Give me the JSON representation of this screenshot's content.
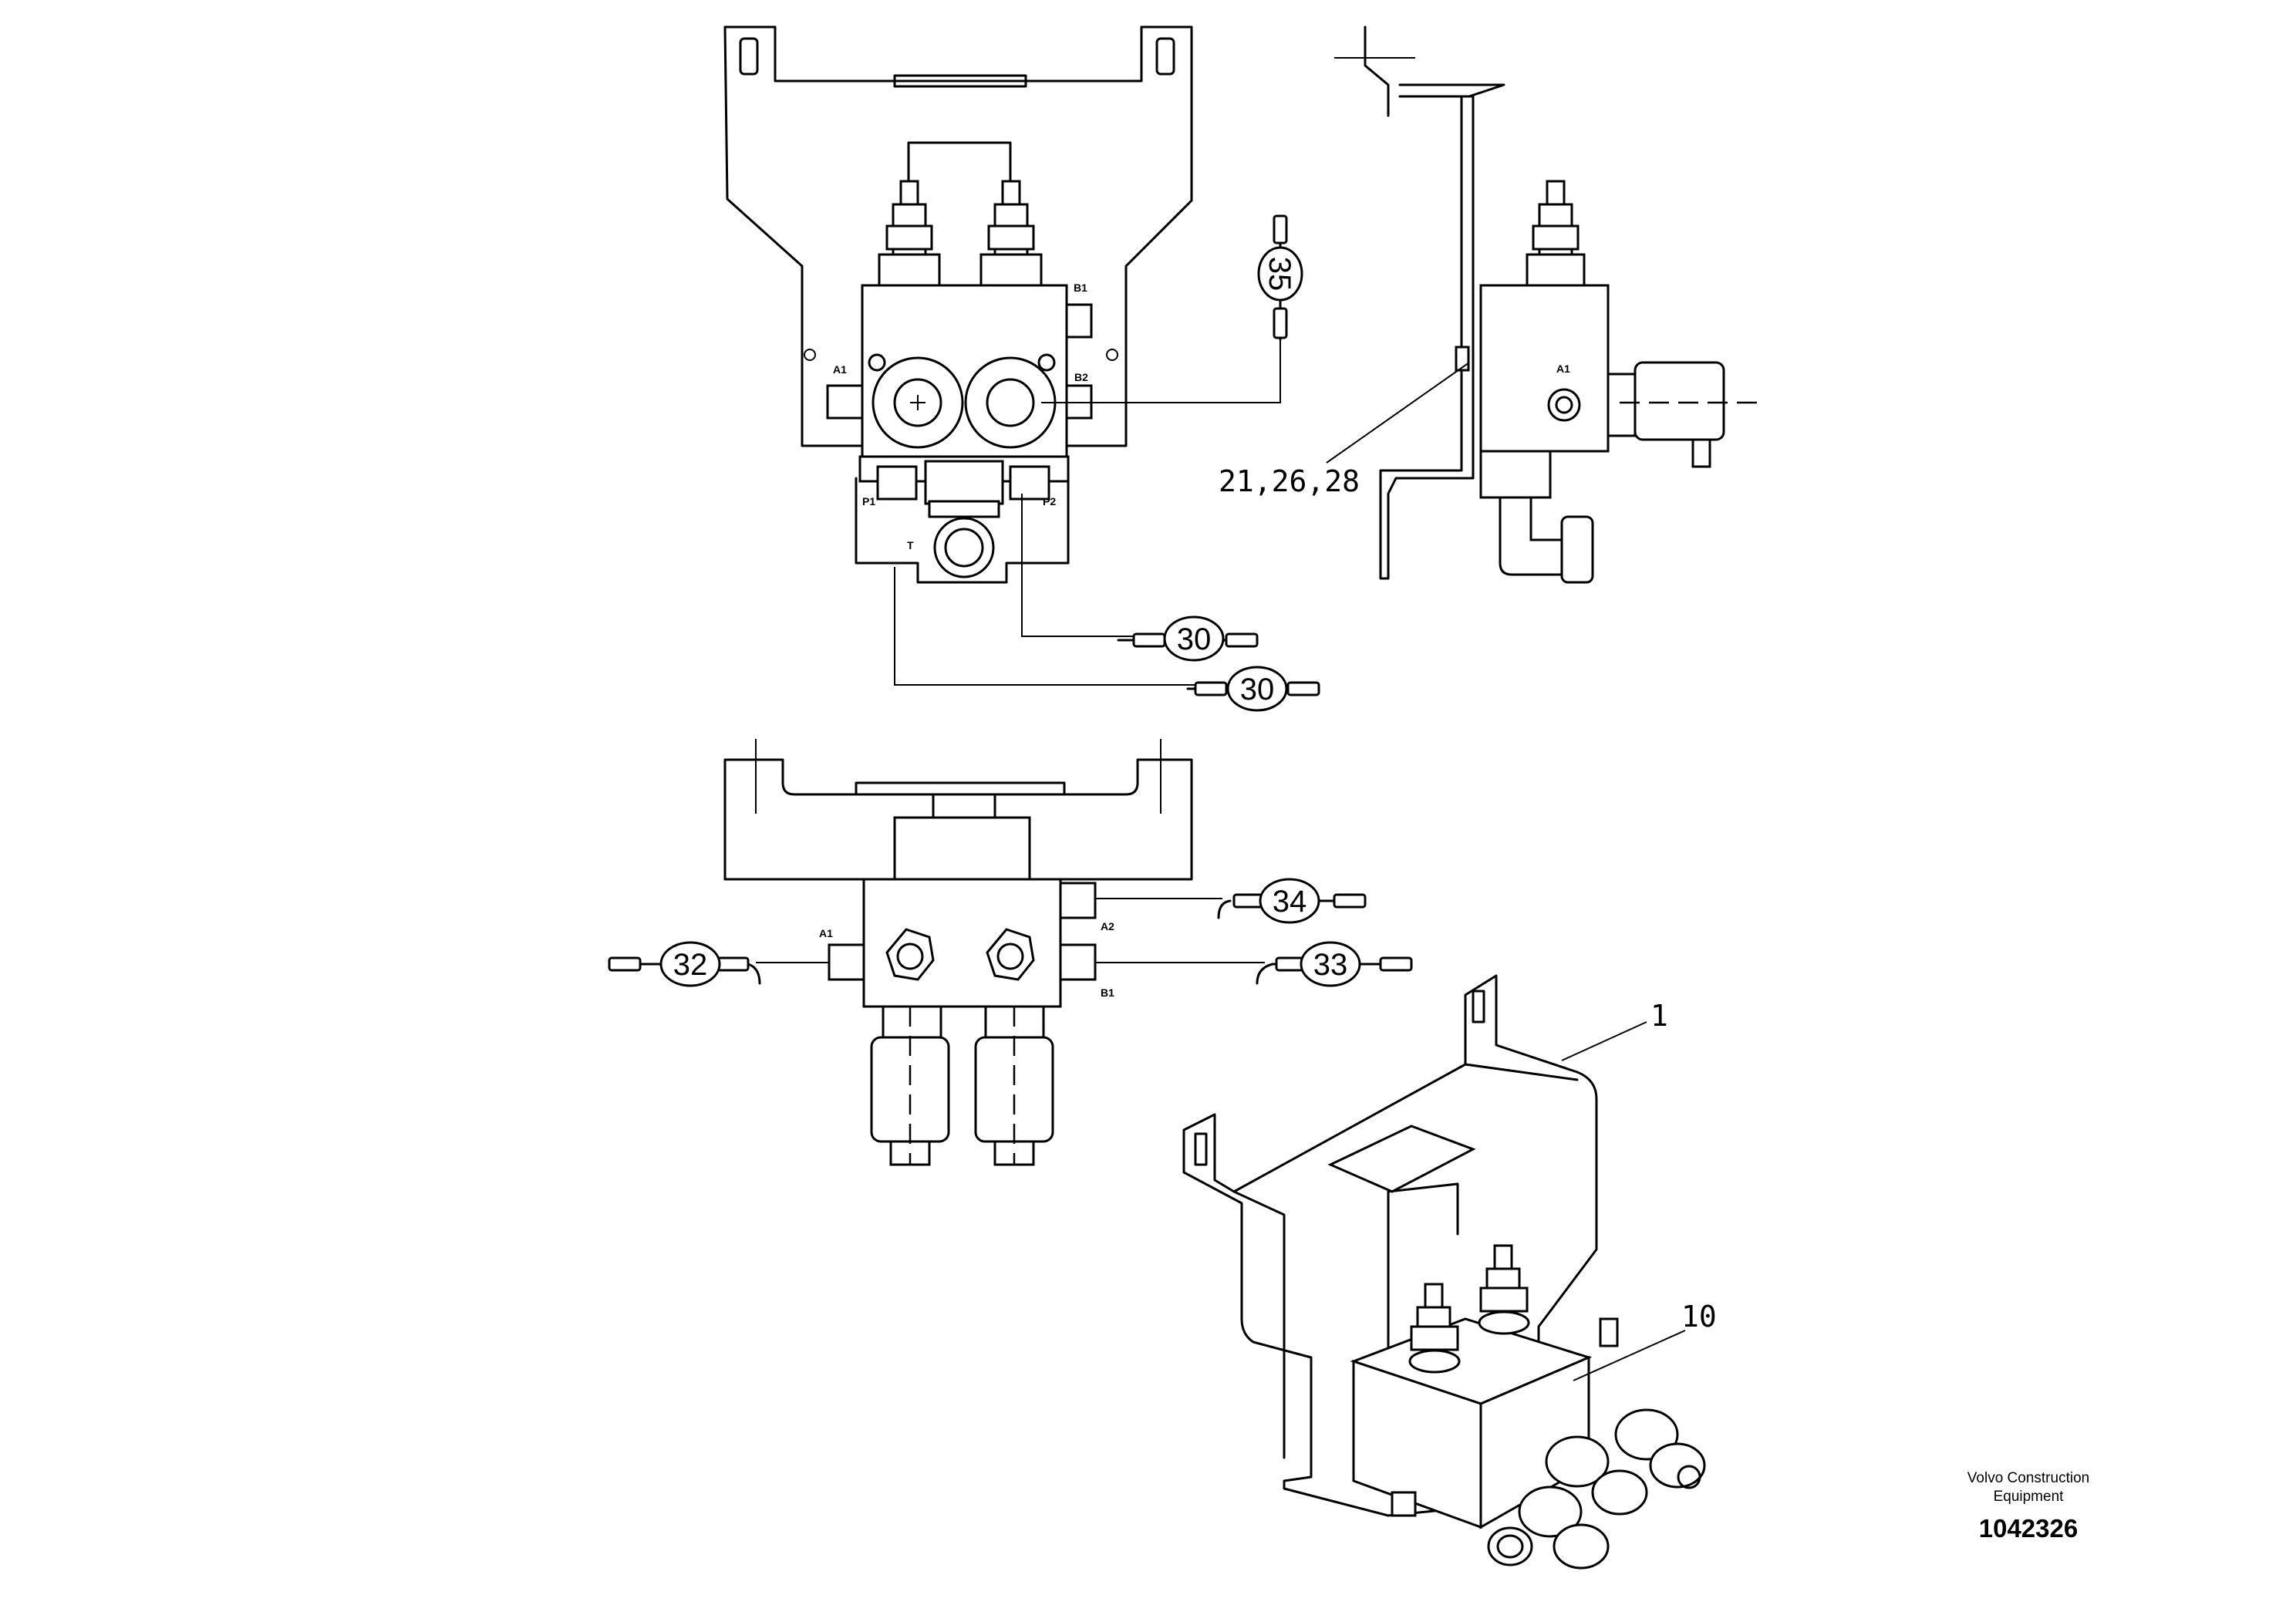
{
  "callouts": {
    "c35": "35",
    "c30a": "30",
    "c30b": "30",
    "c34": "34",
    "c32": "32",
    "c33": "33",
    "ref_screws": "21,26,28",
    "ref_bracket": "1",
    "ref_valve": "10"
  },
  "ports": {
    "top_a1": "A1",
    "top_b1": "B1",
    "top_b2": "B2",
    "top_p1": "P1",
    "top_p2": "P2",
    "top_t": "T",
    "side_a1": "A1",
    "bot_a1": "A1",
    "bot_a2": "A2",
    "bot_b1": "B1"
  },
  "title_block": {
    "company_line1": "Volvo Construction",
    "company_line2": "Equipment",
    "illustration_number": "1042326"
  }
}
